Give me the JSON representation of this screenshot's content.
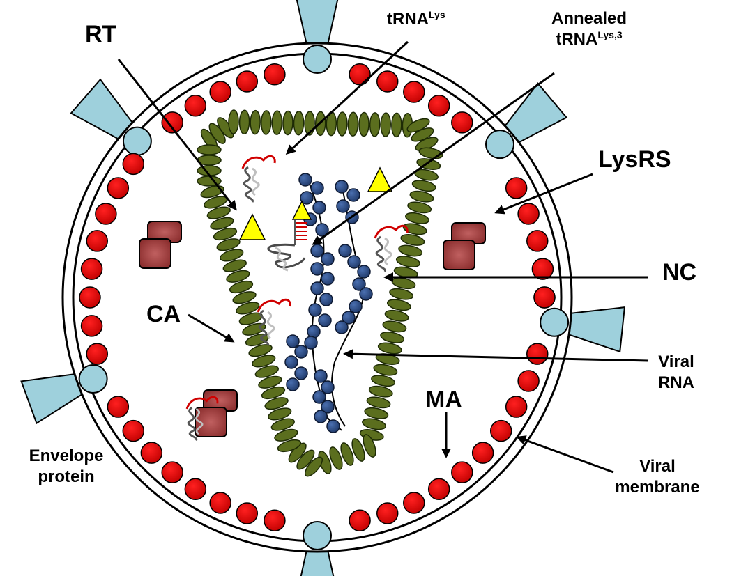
{
  "labels": {
    "rt": "RT",
    "trna_lys": {
      "main": "tRNA",
      "sup": "Lys"
    },
    "annealed": {
      "line1": "Annealed",
      "line2_main": "tRNA",
      "line2_sup": "Lys,3"
    },
    "lysrs": "LysRS",
    "nc": "NC",
    "ca": "CA",
    "viral_rna": {
      "line1": "Viral",
      "line2": "RNA"
    },
    "ma": "MA",
    "envelope_protein": {
      "line1": "Envelope",
      "line2": "protein"
    },
    "viral_membrane": {
      "line1": "Viral",
      "line2": "membrane"
    }
  },
  "colors": {
    "ma_red": "#e00000",
    "capsid_green": "#5b6e1e",
    "nc_blue": "#2f4f86",
    "rt_yellow": "#ffff00",
    "lysrs_brown": "#8b2e2e",
    "envelope_blue": "#9ed0dc",
    "trna_red": "#d00000",
    "trna_gray": "#8a8a8a"
  }
}
